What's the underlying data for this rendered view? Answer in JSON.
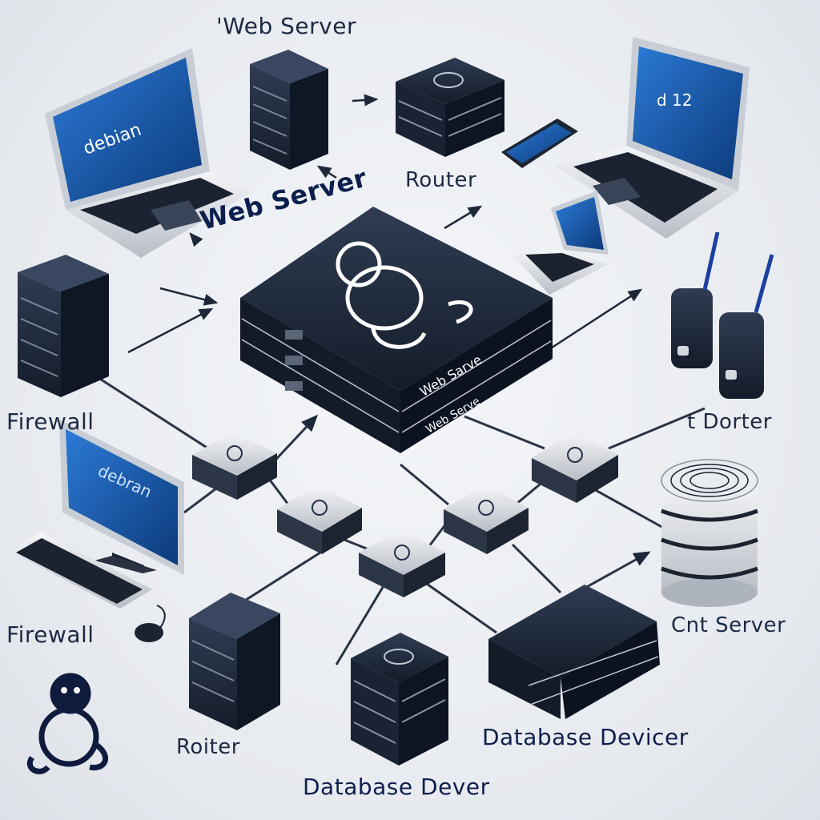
{
  "labels": {
    "top_web_server": "'Web Server",
    "router_top": "Router",
    "web_server_center": "Web Server",
    "firewall_left": "Firewall",
    "dorter_right": "t Dorter",
    "firewall_bottom": "Firewall",
    "cnt_server": "Cnt Server",
    "router_bottom": "Roiter",
    "database_devicer": "Database Devicer",
    "database_dever": "Database Dever"
  },
  "device_text": {
    "laptop_left_screen": "debian",
    "monitor_screen": "debran",
    "laptop_right_screen": "d 12",
    "central_front_1": "Web Sarve",
    "central_front_2": "Web Serve"
  },
  "colors": {
    "device_dark": "#1f2b3d",
    "screen_blue": "#1c5fb0",
    "label_text": "#1d2a44",
    "cable": "#2a3444"
  }
}
